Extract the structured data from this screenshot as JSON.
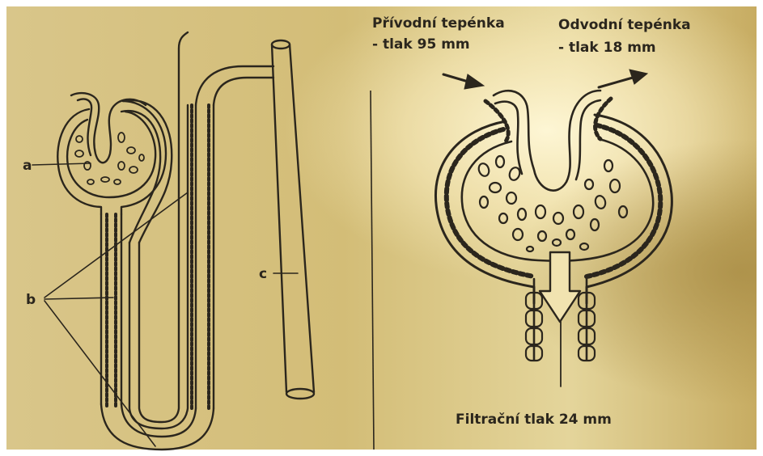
{
  "left_diagram": {
    "label_a": "a",
    "label_b": "b",
    "label_c": "c"
  },
  "right_diagram": {
    "afferent_title": "Přívodní tepénka",
    "afferent_pressure": "- tlak 95 mm",
    "efferent_title": "Odvodní tepénka",
    "efferent_pressure": "- tlak 18 mm",
    "filtration_pressure": "Filtrační tlak 24 mm"
  },
  "colors": {
    "paper_light": "#f3e6b3",
    "paper_mid": "#d8c27a",
    "paper_dark": "#b69a4f",
    "ink": "#2b261d",
    "highlight": "#fff4cc"
  }
}
